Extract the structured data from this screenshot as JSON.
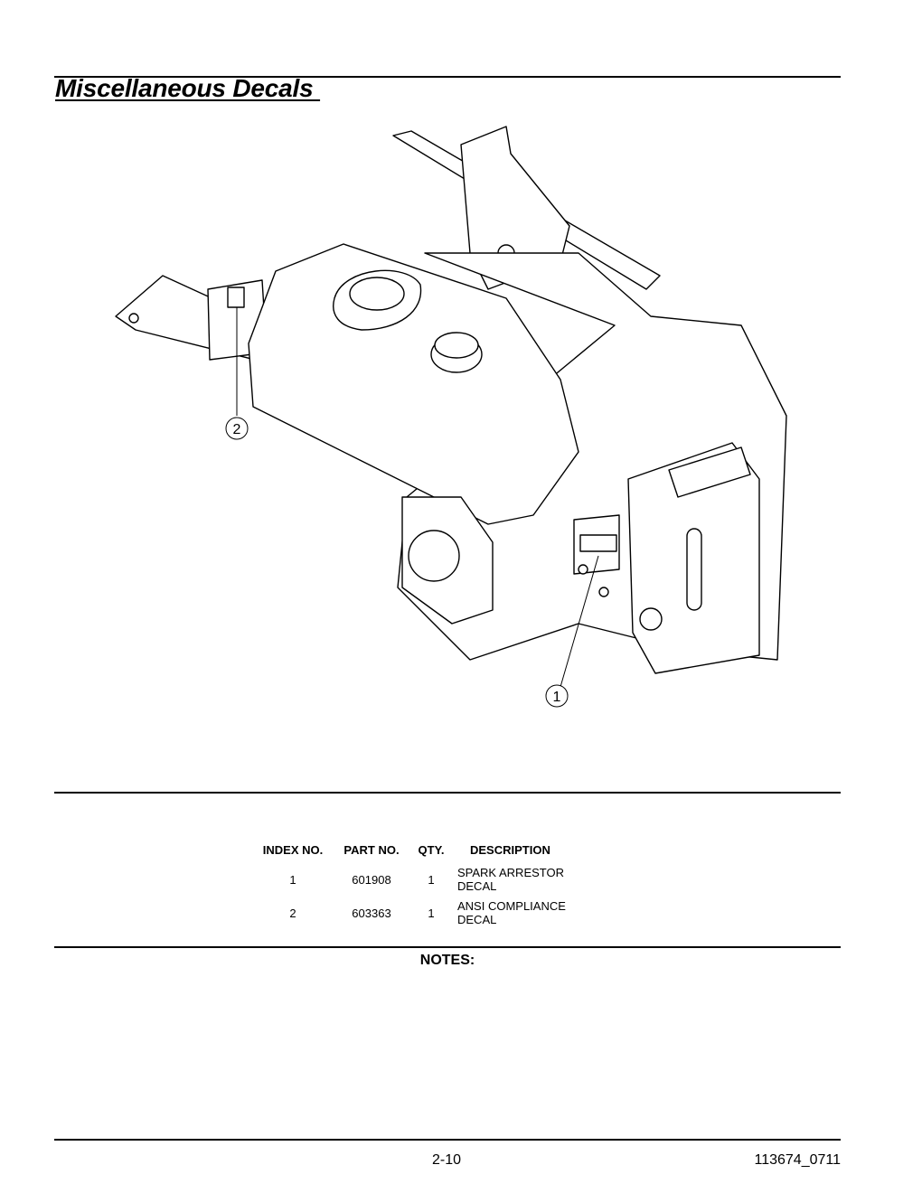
{
  "header": {
    "title": "Miscellaneous Decals "
  },
  "diagram": {
    "callout_1": "1",
    "callout_2": "2"
  },
  "parts_table": {
    "headers": [
      "INDEX NO.",
      "PART NO.",
      "QTY.",
      "DESCRIPTION"
    ],
    "rows": [
      [
        "1",
        "601908",
        "1",
        "SPARK ARRESTOR DECAL"
      ],
      [
        "2",
        "603363",
        "1",
        "ANSI COMPLIANCE DECAL"
      ]
    ]
  },
  "notes": {
    "label": "NOTES:"
  },
  "footer": {
    "page_number": "2-10",
    "document_id": "113674_0711"
  }
}
